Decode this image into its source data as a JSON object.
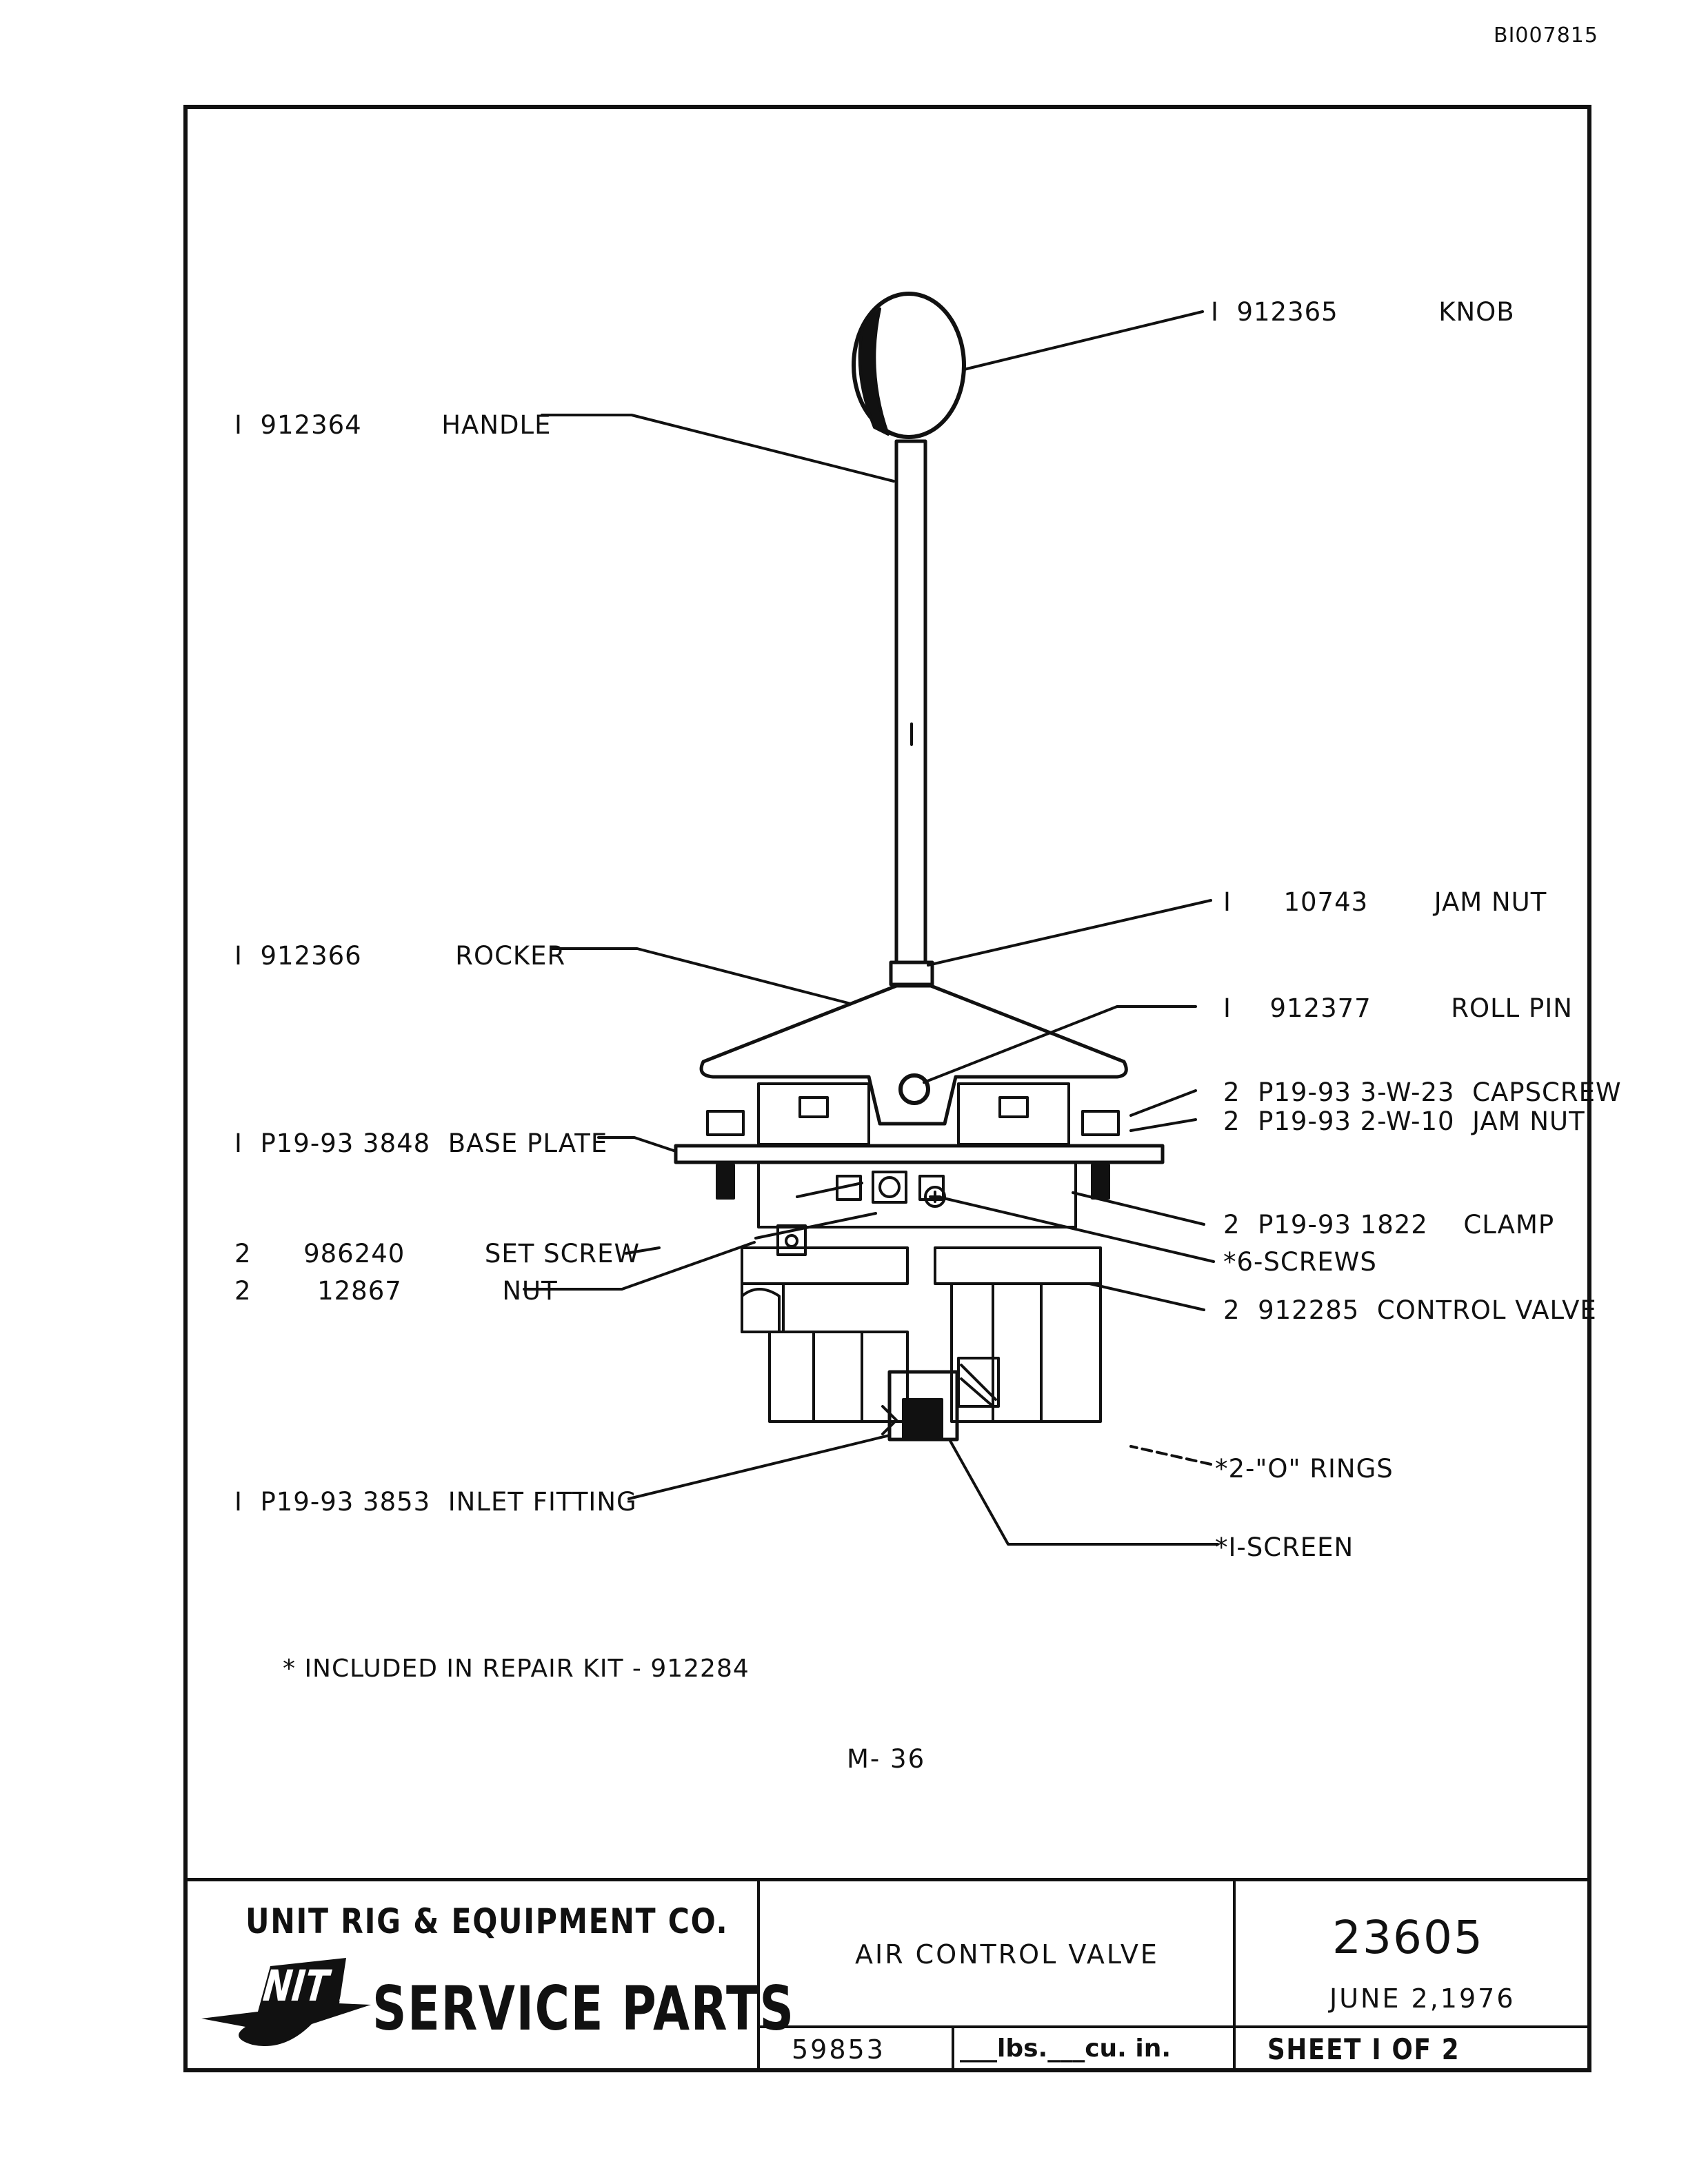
{
  "document_id": "BI007815",
  "callouts": [
    {
      "id": "knob",
      "qty": "I",
      "part": "912365",
      "desc": "KNOB"
    },
    {
      "id": "handle",
      "qty": "I",
      "part": "912364",
      "desc": "HANDLE"
    },
    {
      "id": "jam-nut",
      "qty": "I",
      "part": "10743",
      "desc": "JAM NUT"
    },
    {
      "id": "rocker",
      "qty": "I",
      "part": "912366",
      "desc": "ROCKER"
    },
    {
      "id": "roll-pin",
      "qty": "I",
      "part": "912377",
      "desc": "ROLL PIN"
    },
    {
      "id": "capscrew",
      "qty": "2",
      "part": "P19-93 3-W-23",
      "desc": "CAPSCREW"
    },
    {
      "id": "jam-nut-2",
      "qty": "2",
      "part": "P19-93 2-W-10",
      "desc": "JAM NUT"
    },
    {
      "id": "base-plate",
      "qty": "I",
      "part": "P19-93 3848",
      "desc": "BASE PLATE"
    },
    {
      "id": "clamp",
      "qty": "2",
      "part": "P19-93 1822",
      "desc": "CLAMP"
    },
    {
      "id": "set-screw",
      "qty": "2",
      "part": "986240",
      "desc": "SET SCREW"
    },
    {
      "id": "screws",
      "qty": "",
      "part": "",
      "desc": "*6-SCREWS"
    },
    {
      "id": "nut",
      "qty": "2",
      "part": "12867",
      "desc": "NUT"
    },
    {
      "id": "control-valve",
      "qty": "2",
      "part": "912285",
      "desc": "CONTROL VALVE"
    },
    {
      "id": "o-rings",
      "qty": "",
      "part": "",
      "desc": "*2-\"O\" RINGS"
    },
    {
      "id": "inlet-fitting",
      "qty": "I",
      "part": "P19-93 3853",
      "desc": "INLET FITTING"
    },
    {
      "id": "screen",
      "qty": "",
      "part": "",
      "desc": "*I-SCREEN"
    }
  ],
  "note": "* INCLUDED IN REPAIR KIT - 912284",
  "sheet_ref": "M- 36",
  "title_block": {
    "company": "UNIT RIG & EQUIPMENT CO.",
    "logo_text": "UNIT RIG",
    "service_parts": "SERVICE PARTS",
    "title": "AIR CONTROL VALVE",
    "part_number": "23605",
    "date": "JUNE 2,1976",
    "weight_field": "59853",
    "units_label": "___lbs.___cu. in.",
    "sheet_label": "SHEET  I  OF  2"
  }
}
